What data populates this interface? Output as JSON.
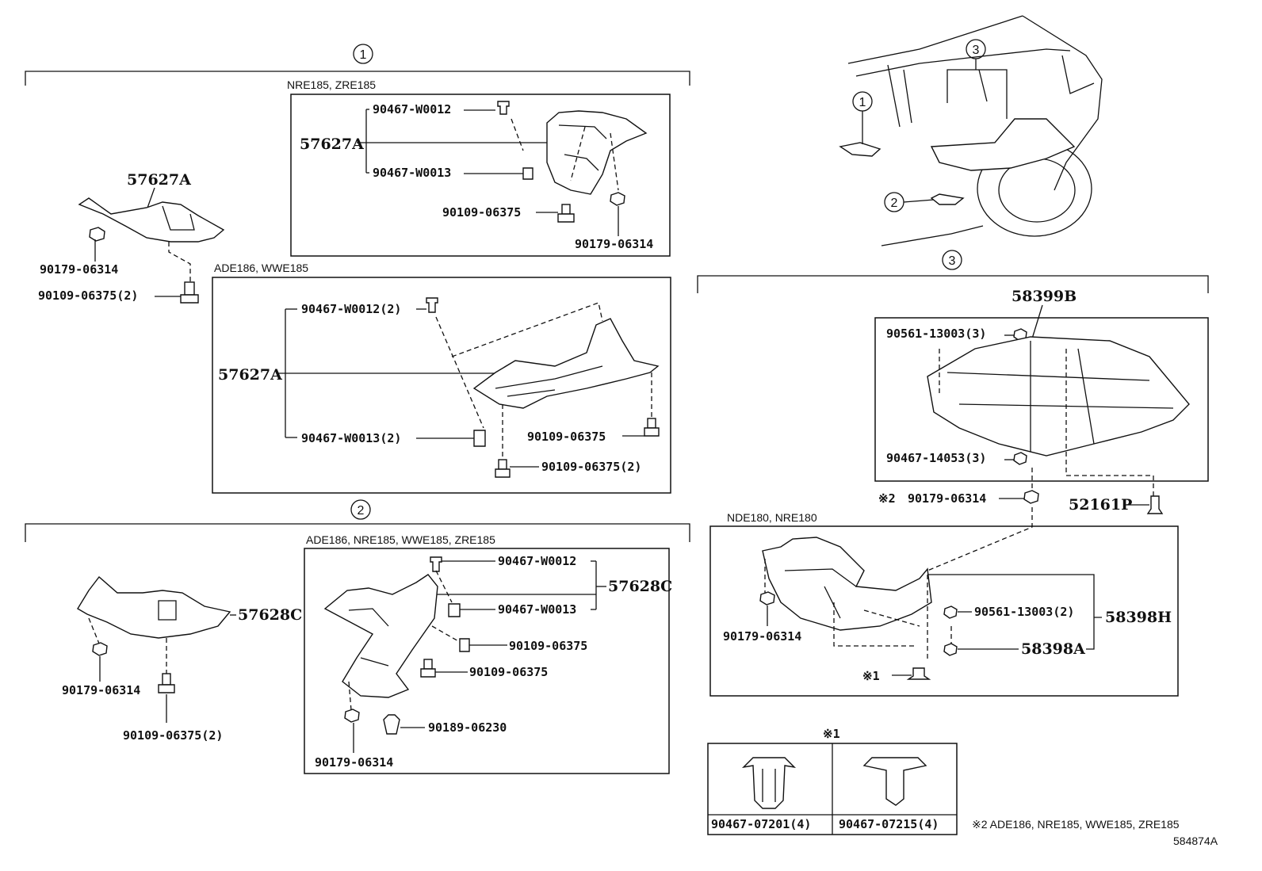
{
  "groups": {
    "g1": {
      "label": "1",
      "sub_nre_zre": "NRE185, ZRE185",
      "sub_ade_wwe": "ADE186, WWE185"
    },
    "g2": {
      "label": "2",
      "sub_all": "ADE186, NRE185, WWE185, ZRE185"
    },
    "g3": {
      "label": "3",
      "sub_nde_nre": "NDE180, NRE180"
    }
  },
  "vehicle": {
    "callout_1": "1",
    "callout_2": "2",
    "callout_3": "3"
  },
  "parts": {
    "p57627A_a": "57627A",
    "p57627A_b": "57627A",
    "p57627A_c": "57627A",
    "p57628C_a": "57628C",
    "p57628C_b": "57628C",
    "p58399B": "58399B",
    "p58398H": "58398H",
    "p58398A": "58398A",
    "p52161P": "52161P",
    "f_w0012_a": "90467-W0012",
    "f_w0013_a": "90467-W0013",
    "f_06375_a": "90109-06375",
    "f_06314_a": "90179-06314",
    "f_06314_b": "90179-06314",
    "f_06375_2_a": "90109-06375(2)",
    "f_w0012_2": "90467-W0012(2)",
    "f_w0013_2": "90467-W0013(2)",
    "f_06375_b": "90109-06375",
    "f_06375_2_b": "90109-06375(2)",
    "f_06314_c": "90179-06314",
    "f_06375_2_c": "90109-06375(2)",
    "f_w0012_b": "90467-W0012",
    "f_w0013_b": "90467-W0013",
    "f_06375_c": "90109-06375",
    "f_06375_d": "90109-06375",
    "f_06230": "90189-06230",
    "f_06314_d": "90179-06314",
    "f_13003_3": "90561-13003(3)",
    "f_14053_3": "90467-14053(3)",
    "f_06314_e": "90179-06314",
    "f_06314_f": "90179-06314",
    "f_13003_2": "90561-13003(2)",
    "note1_mark": "※1",
    "note2_mark": "※2"
  },
  "clip_table": {
    "header": "※1",
    "left": "90467-07201(4)",
    "right": "90467-07215(4)"
  },
  "footnote": "※2 ADE186, NRE185, WWE185, ZRE185",
  "diagram_id": "584874A"
}
